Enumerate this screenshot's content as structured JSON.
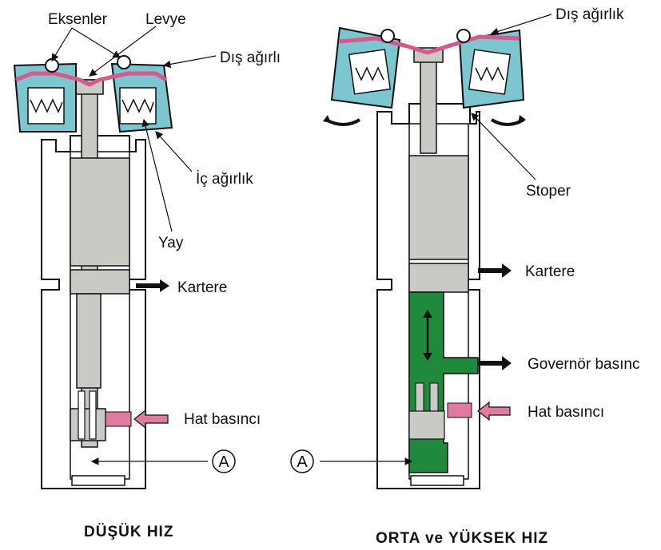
{
  "labels": {
    "eksenler": "Eksenler",
    "levye": "Levye",
    "dis_agirlik_left": "Dış ağırlı",
    "ic_agirlik": "İç ağırlık",
    "yay": "Yay",
    "kartere_left": "Kartere",
    "hat_basinci_left": "Hat basıncı",
    "marker_left": "A",
    "dis_agirlik_right": "Dış ağırlık",
    "stoper": "Stoper",
    "kartere_right": "Kartere",
    "governor_basinci": "Governör basınc",
    "hat_basinci_right": "Hat basıncı",
    "marker_right": "A"
  },
  "captions": {
    "left": "DÜŞÜK HIZ",
    "right": "ORTA ve YÜKSEK HIZ"
  },
  "colors": {
    "weight_fill": "#7cc6cf",
    "lever_pink": "#d9578a",
    "line_pressure": "#e07aa0",
    "governor_green": "#1f8a3c",
    "valve_gray": "#c9c9c6"
  }
}
